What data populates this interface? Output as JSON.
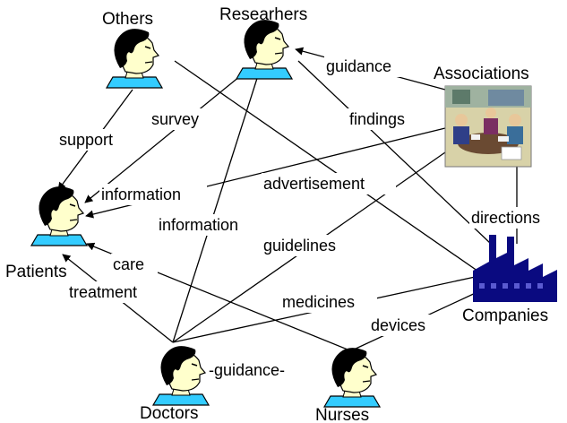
{
  "colors": {
    "line": "#000000",
    "face": "#ffffcc",
    "hair": "#000000",
    "collar": "#33ccff",
    "factory": "#0a0a80",
    "office_bg": "#d8d2a8"
  },
  "nodes": {
    "others": {
      "label": "Others",
      "icon": "person-icon"
    },
    "researchers": {
      "label": "Researhers",
      "icon": "person-icon"
    },
    "associations": {
      "label": "Associations",
      "icon": "office-meeting-icon"
    },
    "patients": {
      "label": "Patients",
      "icon": "person-icon"
    },
    "companies": {
      "label": "Companies",
      "icon": "factory-icon"
    },
    "doctors": {
      "label": "Doctors",
      "icon": "person-icon"
    },
    "nurses": {
      "label": "Nurses",
      "icon": "person-icon"
    }
  },
  "edges": {
    "support": "support",
    "survey": "survey",
    "guidance_researchers": "guidance",
    "findings": "findings",
    "information_associations": "information",
    "advertisement": "advertisement",
    "information_researchers": "information",
    "directions": "directions",
    "guidelines": "guidelines",
    "care": "care",
    "treatment": "treatment",
    "medicines": "medicines",
    "devices": "devices",
    "guidance_doctors": "-guidance-"
  }
}
